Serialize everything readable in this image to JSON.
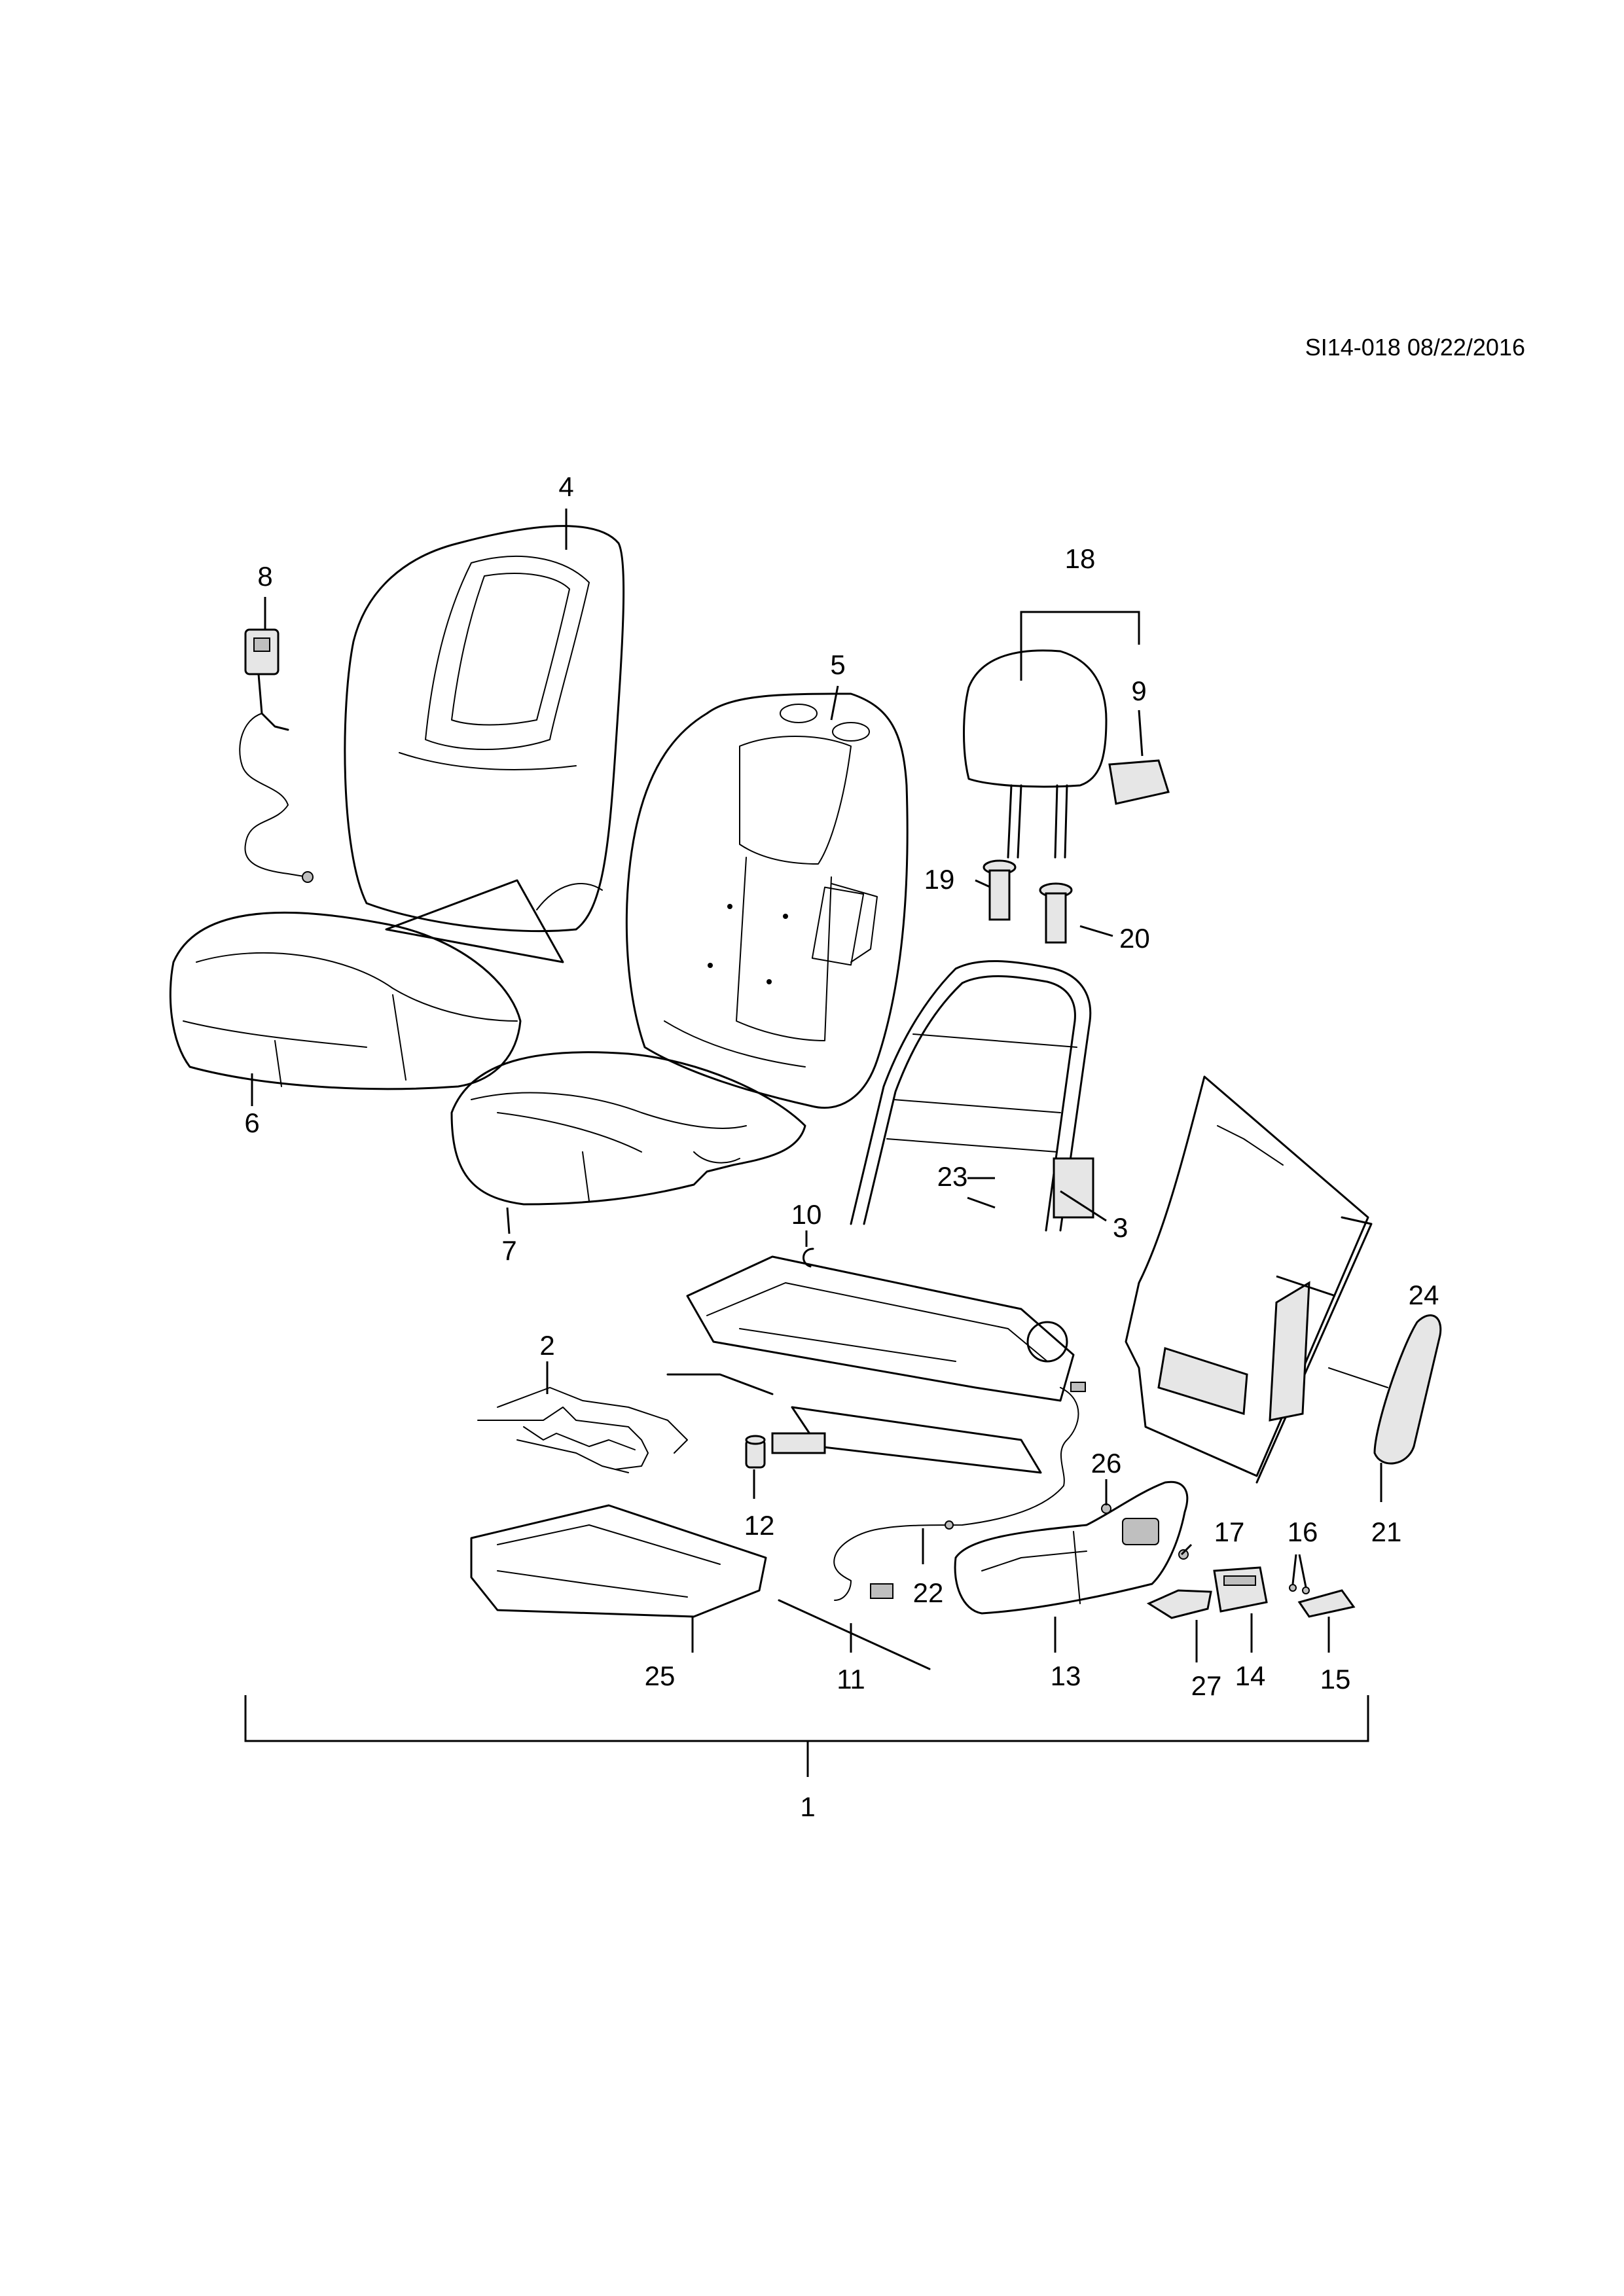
{
  "reference": "SI14-018 08/22/2016",
  "callouts": {
    "c1": "1",
    "c2": "2",
    "c3": "3",
    "c4": "4",
    "c5": "5",
    "c6": "6",
    "c7": "7",
    "c8": "8",
    "c9": "9",
    "c10": "10",
    "c11": "11",
    "c12": "12",
    "c13": "13",
    "c14": "14",
    "c15": "15",
    "c16": "16",
    "c17": "17",
    "c18": "18",
    "c19": "19",
    "c20": "20",
    "c21": "21",
    "c22": "22",
    "c23": "23",
    "c24": "24",
    "c25": "25",
    "c26": "26",
    "c27": "27"
  }
}
